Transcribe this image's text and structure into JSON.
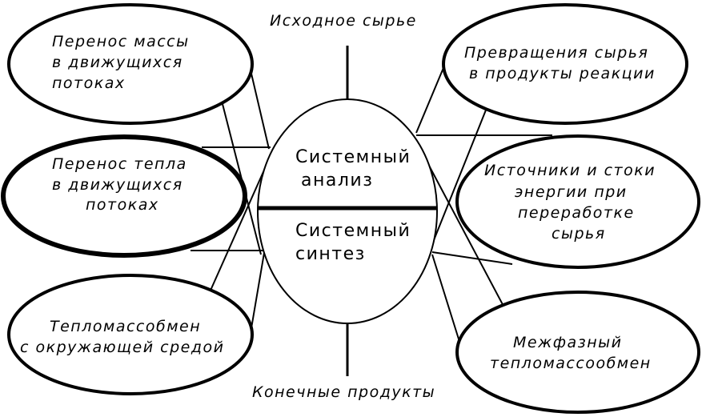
{
  "top_label": "Исходное сырье",
  "bottom_label": "Конечные продукты",
  "center": {
    "top_line1": "Системный",
    "top_line2": "анализ",
    "bottom_line1": "Системный",
    "bottom_line2": "синтез"
  },
  "left_nodes": [
    {
      "line1": "Перенос массы",
      "line2": "в движущихся",
      "line3": "потоках"
    },
    {
      "line1": "Перенос тепла",
      "line2": "в движущихся",
      "line3": "потоках"
    },
    {
      "line1": "Тепломассобмен",
      "line2": "с окружающей средой"
    }
  ],
  "right_nodes": [
    {
      "line1": "Превращения сырья",
      "line2": "в продукты реакции"
    },
    {
      "line1": "Источники и стоки",
      "line2": "энергии при",
      "line3": "переработке",
      "line4": "сырья"
    },
    {
      "line1": "Межфазный",
      "line2": "тепломассообмен"
    }
  ]
}
